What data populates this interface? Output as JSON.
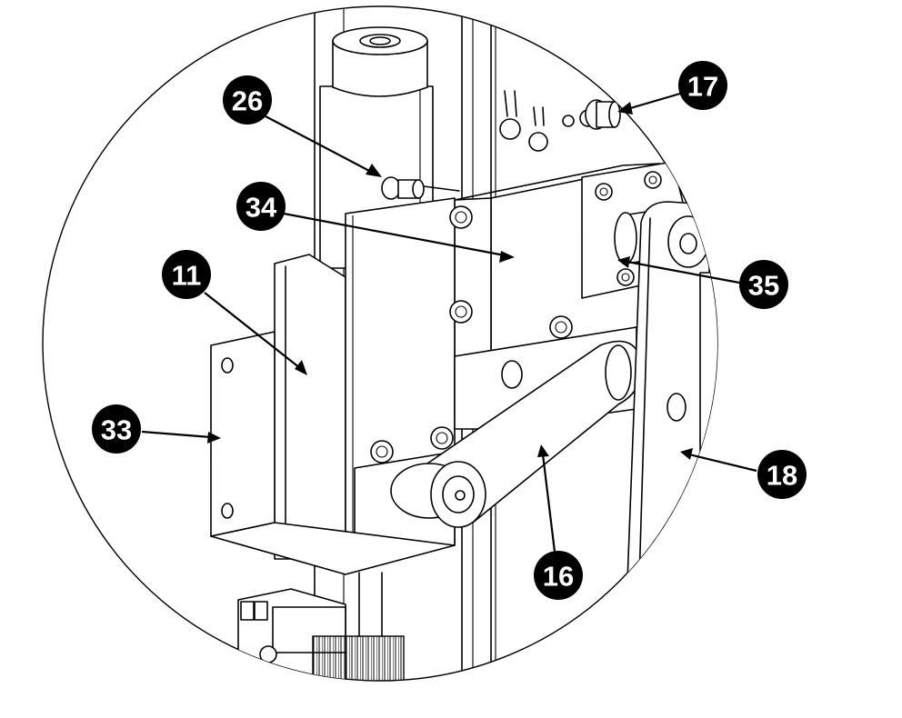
{
  "callouts": [
    {
      "id": "c26",
      "label": "26"
    },
    {
      "id": "c17",
      "label": "17"
    },
    {
      "id": "c34",
      "label": "34"
    },
    {
      "id": "c35",
      "label": "35"
    },
    {
      "id": "c11",
      "label": "11"
    },
    {
      "id": "c33",
      "label": "33"
    },
    {
      "id": "c18",
      "label": "18"
    },
    {
      "id": "c16",
      "label": "16"
    }
  ],
  "colors": {
    "ink": "#000000",
    "paper": "#ffffff"
  }
}
